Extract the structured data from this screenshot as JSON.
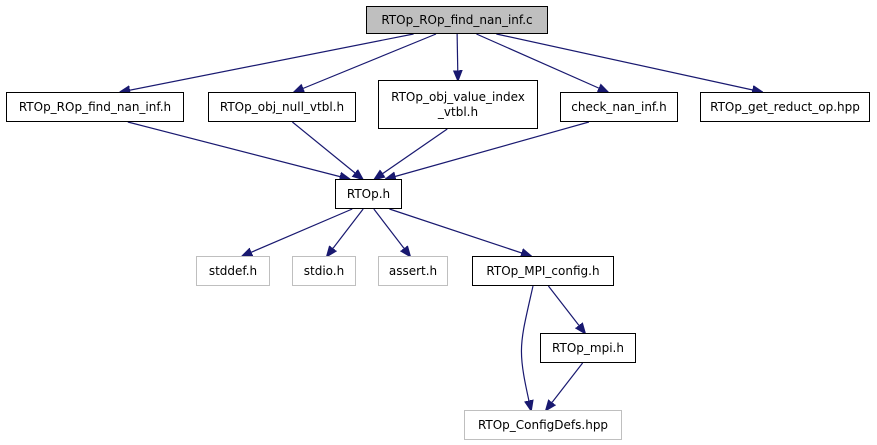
{
  "nodes": {
    "root": "RTOp_ROp_find_nan_inf.c",
    "rop_h": "RTOp_ROp_find_nan_inf.h",
    "null_vtbl": "RTOp_obj_null_vtbl.h",
    "value_index_line1": "RTOp_obj_value_index",
    "value_index_line2": "_vtbl.h",
    "check_nan": "check_nan_inf.h",
    "get_reduct": "RTOp_get_reduct_op.hpp",
    "rtop_h": "RTOp.h",
    "stddef": "stddef.h",
    "stdio": "stdio.h",
    "assert": "assert.h",
    "mpi_config": "RTOp_MPI_config.h",
    "mpi_h": "RTOp_mpi.h",
    "config_defs": "RTOp_ConfigDefs.hpp"
  },
  "colors": {
    "edge": "#191970",
    "root_fill": "#bfbfbf",
    "external_border": "#bfbfbf",
    "node_border": "#000000"
  },
  "edges": [
    [
      "root",
      "rop_h"
    ],
    [
      "root",
      "null_vtbl"
    ],
    [
      "root",
      "value_index"
    ],
    [
      "root",
      "check_nan"
    ],
    [
      "root",
      "get_reduct"
    ],
    [
      "rop_h",
      "rtop_h"
    ],
    [
      "null_vtbl",
      "rtop_h"
    ],
    [
      "value_index",
      "rtop_h"
    ],
    [
      "check_nan",
      "rtop_h"
    ],
    [
      "rtop_h",
      "stddef"
    ],
    [
      "rtop_h",
      "stdio"
    ],
    [
      "rtop_h",
      "assert"
    ],
    [
      "rtop_h",
      "mpi_config"
    ],
    [
      "mpi_config",
      "mpi_h"
    ],
    [
      "mpi_config",
      "config_defs"
    ],
    [
      "mpi_h",
      "config_defs"
    ]
  ]
}
